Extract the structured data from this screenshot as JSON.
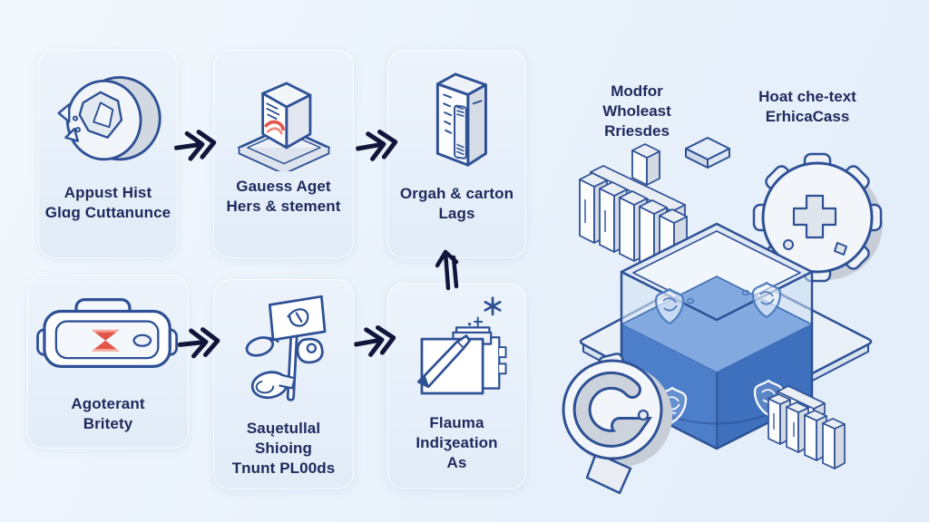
{
  "colors": {
    "background": "#eaf2fb",
    "card": "#e6effa",
    "text": "#1d2a5c",
    "arrow": "#10163a",
    "line_blue": "#2e5195",
    "accent_red": "#e2574a",
    "liquid_blue": "#4a7cc7",
    "metal_grey": "#ccd3dc"
  },
  "flow": {
    "cards": [
      {
        "icon": "gear-ring-icon",
        "line1": "Appust Hist",
        "line2": "Glɑg Cuttanunce",
        "line3": ""
      },
      {
        "icon": "package-box-icon",
        "line1": "Gauess Aget",
        "line2": "Hers & stement",
        "line3": ""
      },
      {
        "icon": "server-tower-icon",
        "line1": "Orgah & carton",
        "line2": "Lags",
        "line3": ""
      },
      {
        "icon": "device-case-icon",
        "line1": "Agoterant",
        "line2": "Britety",
        "line3": ""
      },
      {
        "icon": "keys-sign-icon",
        "line1": "Saųetullal",
        "line2": "Shioing",
        "line3": "Tnunt PL00ds"
      },
      {
        "icon": "document-pen-icon",
        "line1": "Flauma",
        "line2": "Indiʒeation",
        "line3": "As"
      }
    ],
    "arrows": [
      "right-arrow",
      "right-arrow",
      "right-arrow",
      "right-arrow",
      "up-arrow"
    ]
  },
  "illustration": {
    "label_left": {
      "line1": "Modfor",
      "line2": "Wholeast",
      "line3": "Rriesdes"
    },
    "label_right": {
      "line1": "Hoat che-text",
      "line2": "ErhicaCass",
      "line3": ""
    },
    "elements": [
      "book-stack",
      "gear-large",
      "translucent-tank",
      "shield-badges",
      "platform",
      "gear-disc",
      "block-cluster"
    ]
  }
}
